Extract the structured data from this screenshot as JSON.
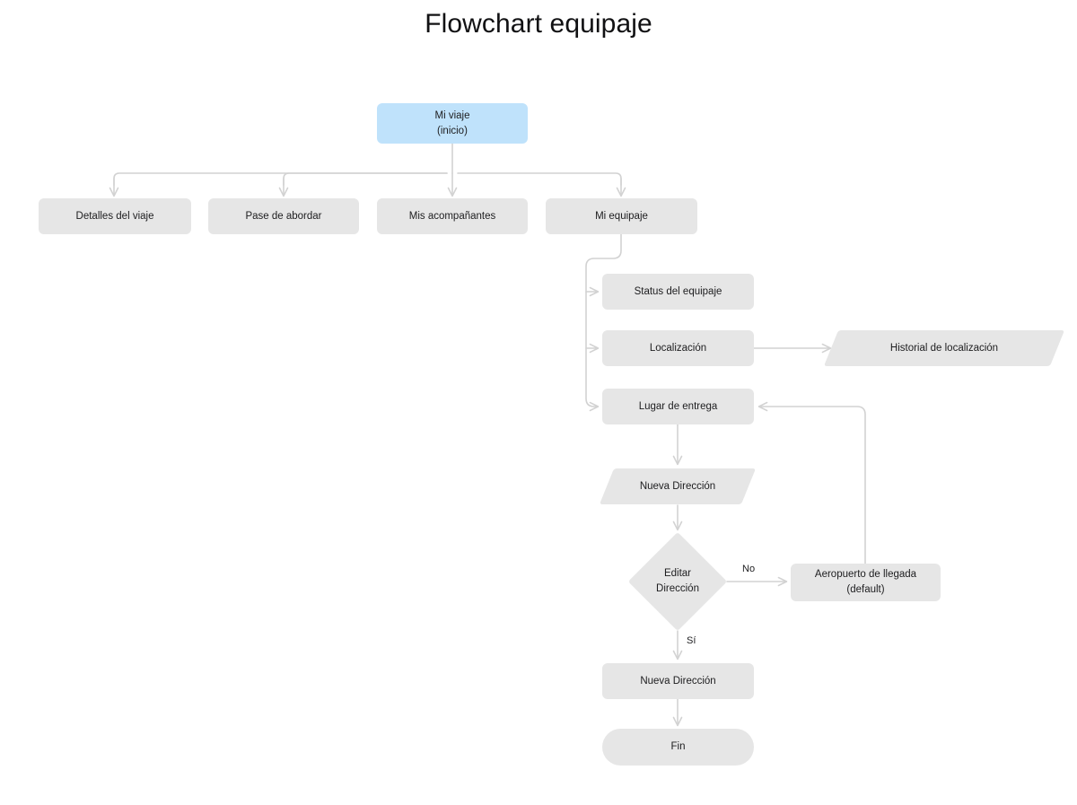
{
  "page": {
    "title": "Flowchart equipaje",
    "background_color": "#ffffff",
    "node_fill": "#e6e6e6",
    "start_fill": "#bfe2fb",
    "edge_color": "#d2d2d2",
    "text_color": "#1d1d1f"
  },
  "nodes": {
    "start": {
      "label": "Mi viaje\n(inicio)",
      "shape": "rounded-rect",
      "color": "#bfe2fb"
    },
    "detalles": {
      "label": "Detalles del viaje",
      "shape": "rounded-rect",
      "color": "#e6e6e6"
    },
    "pase": {
      "label": "Pase de abordar",
      "shape": "rounded-rect",
      "color": "#e6e6e6"
    },
    "acompanantes": {
      "label": "Mis acompañantes",
      "shape": "rounded-rect",
      "color": "#e6e6e6"
    },
    "equipaje": {
      "label": "Mi equipaje",
      "shape": "rounded-rect",
      "color": "#e6e6e6"
    },
    "status": {
      "label": "Status del equipaje",
      "shape": "rounded-rect",
      "color": "#e6e6e6"
    },
    "localizacion": {
      "label": "Localización",
      "shape": "rounded-rect",
      "color": "#e6e6e6"
    },
    "historial": {
      "label": "Historial de localización",
      "shape": "parallelogram",
      "color": "#e6e6e6"
    },
    "lugar_entrega": {
      "label": "Lugar de entrega",
      "shape": "rounded-rect",
      "color": "#e6e6e6"
    },
    "nueva_direccion_io": {
      "label": "Nueva Dirección",
      "shape": "parallelogram",
      "color": "#e6e6e6"
    },
    "editar_direccion": {
      "label": "Editar\nDirección",
      "shape": "diamond",
      "color": "#e6e6e6"
    },
    "aeropuerto": {
      "label": "Aeropuerto de llegada\n(default)",
      "shape": "rounded-rect",
      "color": "#e6e6e6"
    },
    "nueva_direccion": {
      "label": "Nueva Dirección",
      "shape": "rounded-rect",
      "color": "#e6e6e6"
    },
    "fin": {
      "label": "Fin",
      "shape": "pill",
      "color": "#e6e6e6"
    }
  },
  "edge_labels": {
    "no": "No",
    "si": "Sí"
  },
  "edges": [
    {
      "from": "start",
      "to": "detalles",
      "label": ""
    },
    {
      "from": "start",
      "to": "pase",
      "label": ""
    },
    {
      "from": "start",
      "to": "acompanantes",
      "label": ""
    },
    {
      "from": "start",
      "to": "equipaje",
      "label": ""
    },
    {
      "from": "equipaje",
      "to": "status",
      "label": ""
    },
    {
      "from": "equipaje",
      "to": "localizacion",
      "label": ""
    },
    {
      "from": "equipaje",
      "to": "lugar_entrega",
      "label": ""
    },
    {
      "from": "localizacion",
      "to": "historial",
      "label": ""
    },
    {
      "from": "lugar_entrega",
      "to": "nueva_direccion_io",
      "label": ""
    },
    {
      "from": "nueva_direccion_io",
      "to": "editar_direccion",
      "label": ""
    },
    {
      "from": "editar_direccion",
      "to": "aeropuerto",
      "label": "No"
    },
    {
      "from": "editar_direccion",
      "to": "nueva_direccion",
      "label": "Sí"
    },
    {
      "from": "aeropuerto",
      "to": "lugar_entrega",
      "label": ""
    },
    {
      "from": "nueva_direccion",
      "to": "fin",
      "label": ""
    }
  ]
}
